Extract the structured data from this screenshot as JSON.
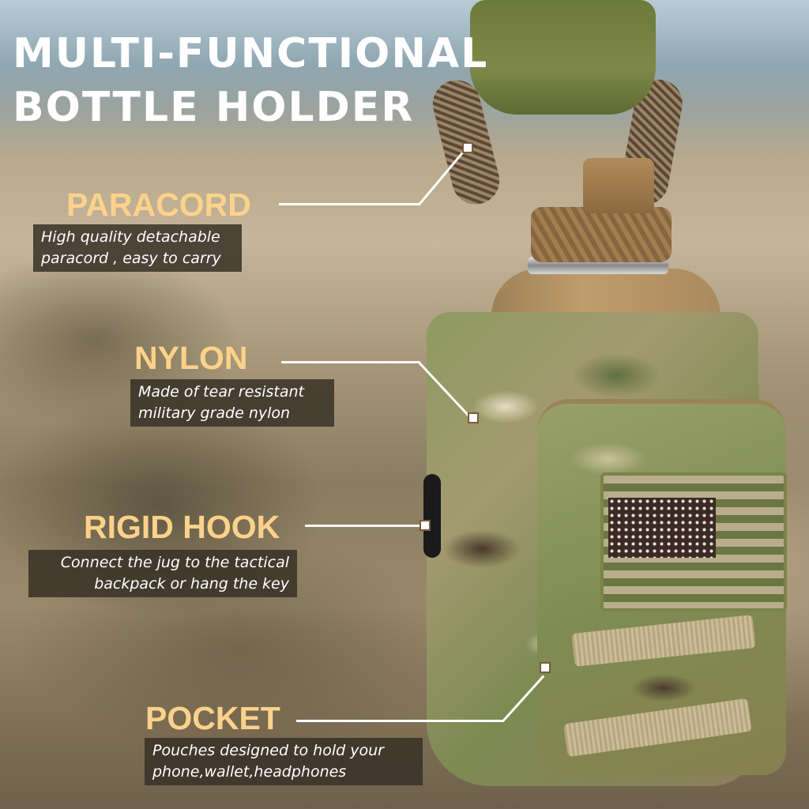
{
  "title": {
    "line1": "MULTI-FUNCTIONAL",
    "line2": "BOTTLE HOLDER"
  },
  "features": [
    {
      "heading": "PARACORD",
      "desc_line1": "High quality detachable",
      "desc_line2": "paracord , easy to carry"
    },
    {
      "heading": "NYLON",
      "desc_line1": "Made of tear resistant",
      "desc_line2": "military grade nylon"
    },
    {
      "heading": "RIGID HOOK",
      "desc_line1": "Connect the jug to the tactical",
      "desc_line2": "backpack or hang the key"
    },
    {
      "heading": "POCKET",
      "desc_line1": "Pouches designed to hold your",
      "desc_line2": "phone,wallet,headphones"
    }
  ],
  "colors": {
    "heading": "#fcd28b",
    "title": "#ffffff",
    "desc_bg": "#372f26",
    "line": "#ffffff"
  }
}
